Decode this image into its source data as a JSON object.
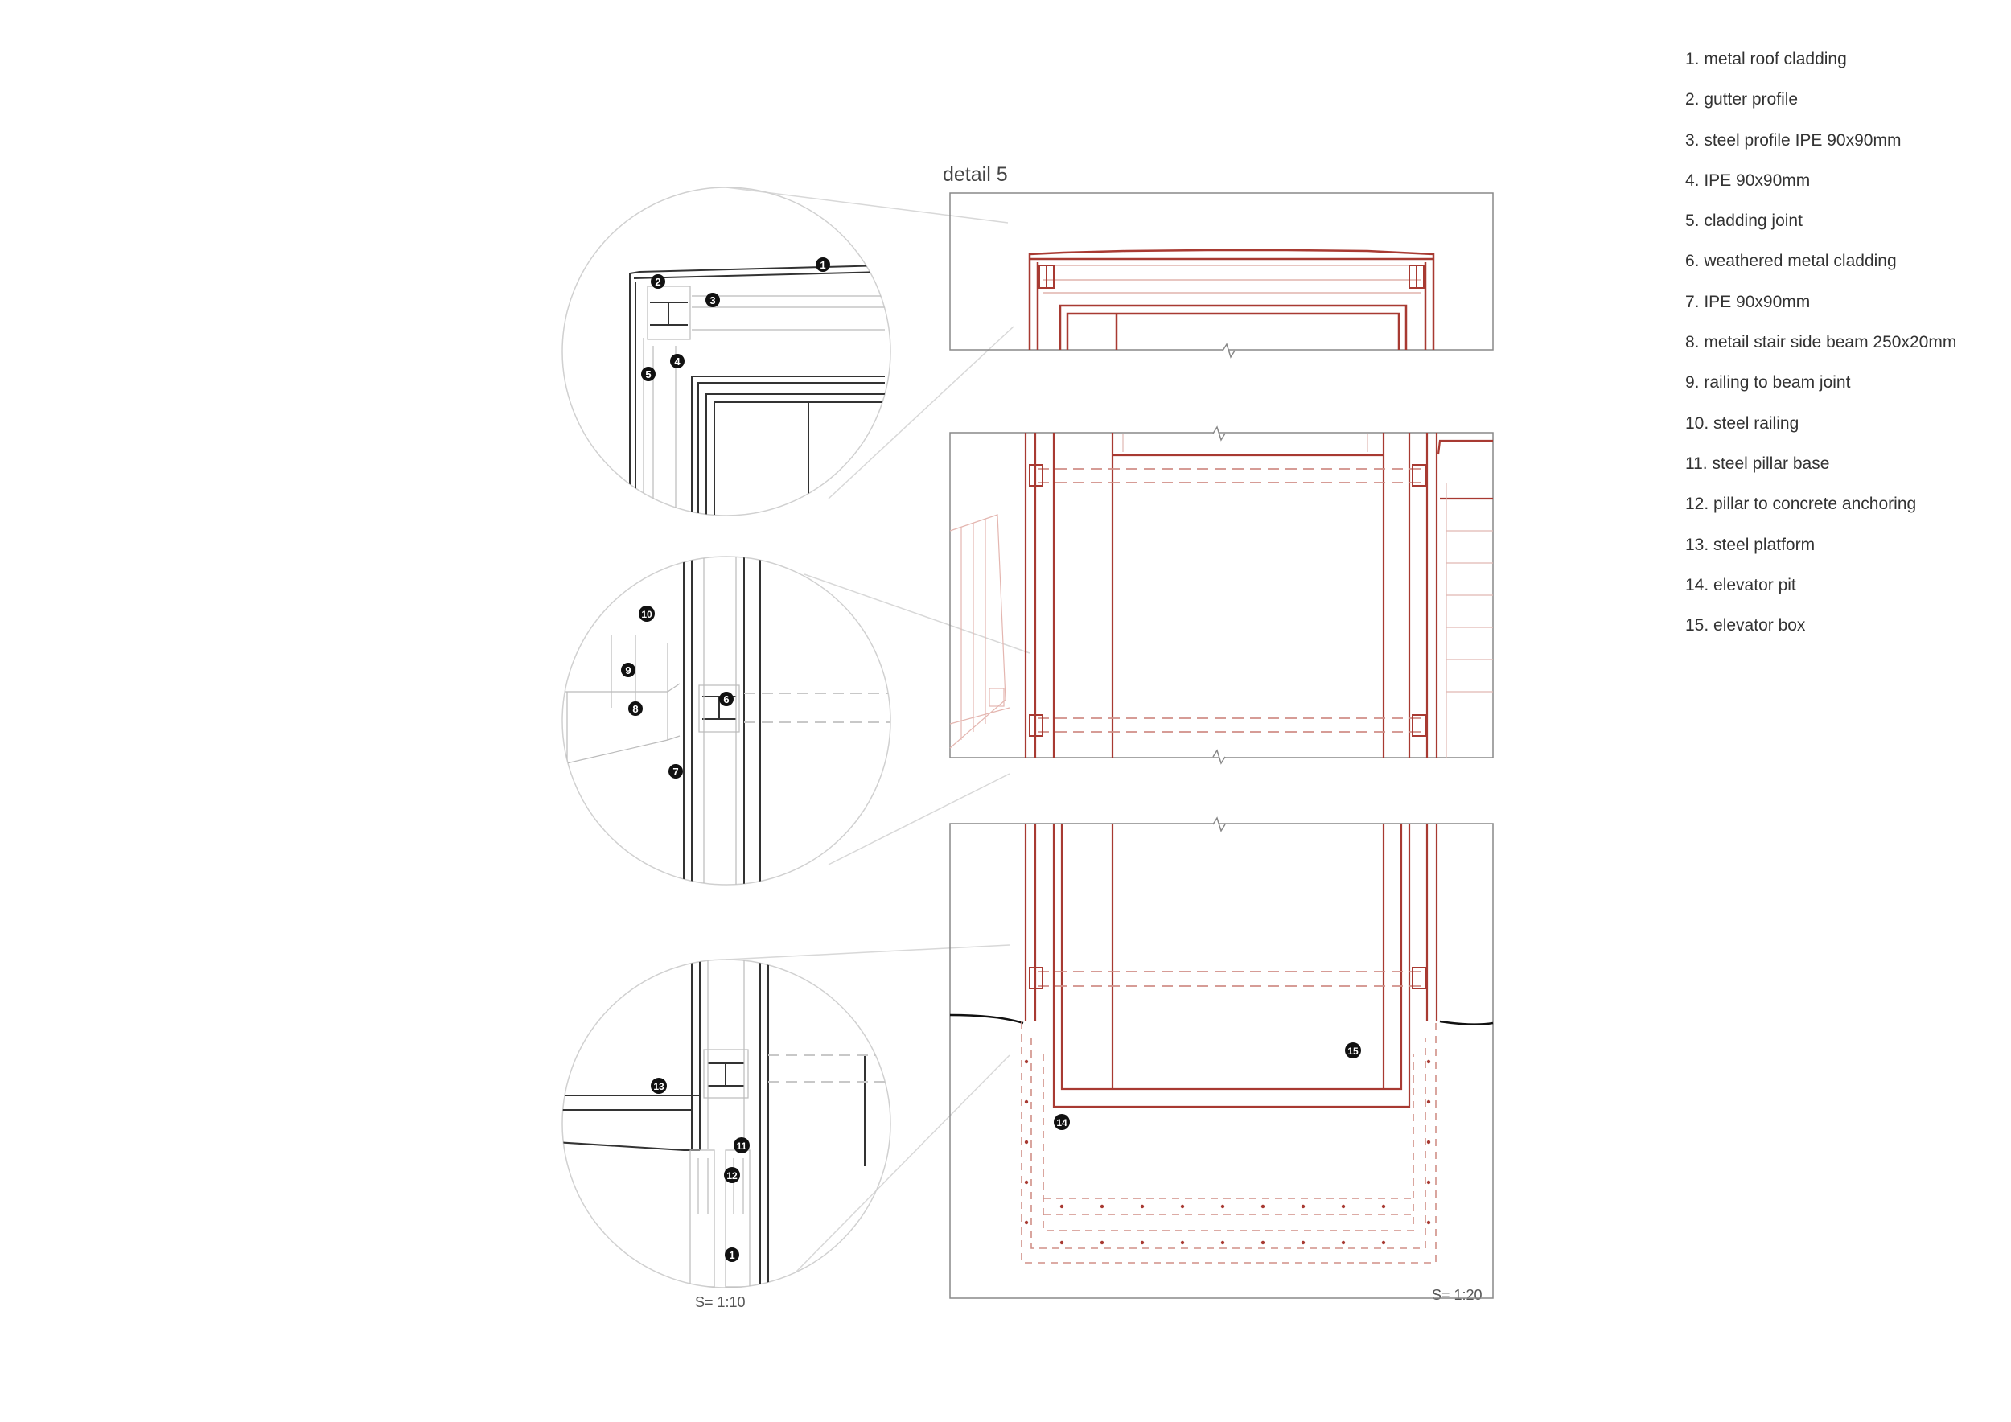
{
  "title": "detail 5",
  "legend": [
    "1. metal roof cladding",
    "2. gutter profile",
    "3. steel profile IPE 90x90mm",
    "4. IPE 90x90mm",
    "5.  cladding joint",
    "6. weathered metal cladding",
    "7. IPE 90x90mm",
    "8. metail stair side beam 250x20mm",
    "9. railing to beam joint",
    "10. steel railing",
    "11. steel pillar base",
    "12. pillar to concrete anchoring",
    "13. steel platform",
    "14. elevator pit",
    "15. elevator box"
  ],
  "callouts": {
    "c1": "1",
    "c2": "2",
    "c3": "3",
    "c4": "4",
    "c5": "5",
    "c6": "6",
    "c7": "7",
    "c8": "8",
    "c9": "9",
    "c10": "10",
    "c11": "11",
    "c12": "12",
    "c13": "13",
    "c14": "14",
    "c15": "15",
    "c1b": "1"
  },
  "scale_left": "S= 1:10",
  "scale_right": "S= 1:20",
  "colors": {
    "section_red": "#a83a32",
    "light_red": "#d9a39c",
    "line_grey": "#cfcfcf",
    "dark": "#222222"
  }
}
